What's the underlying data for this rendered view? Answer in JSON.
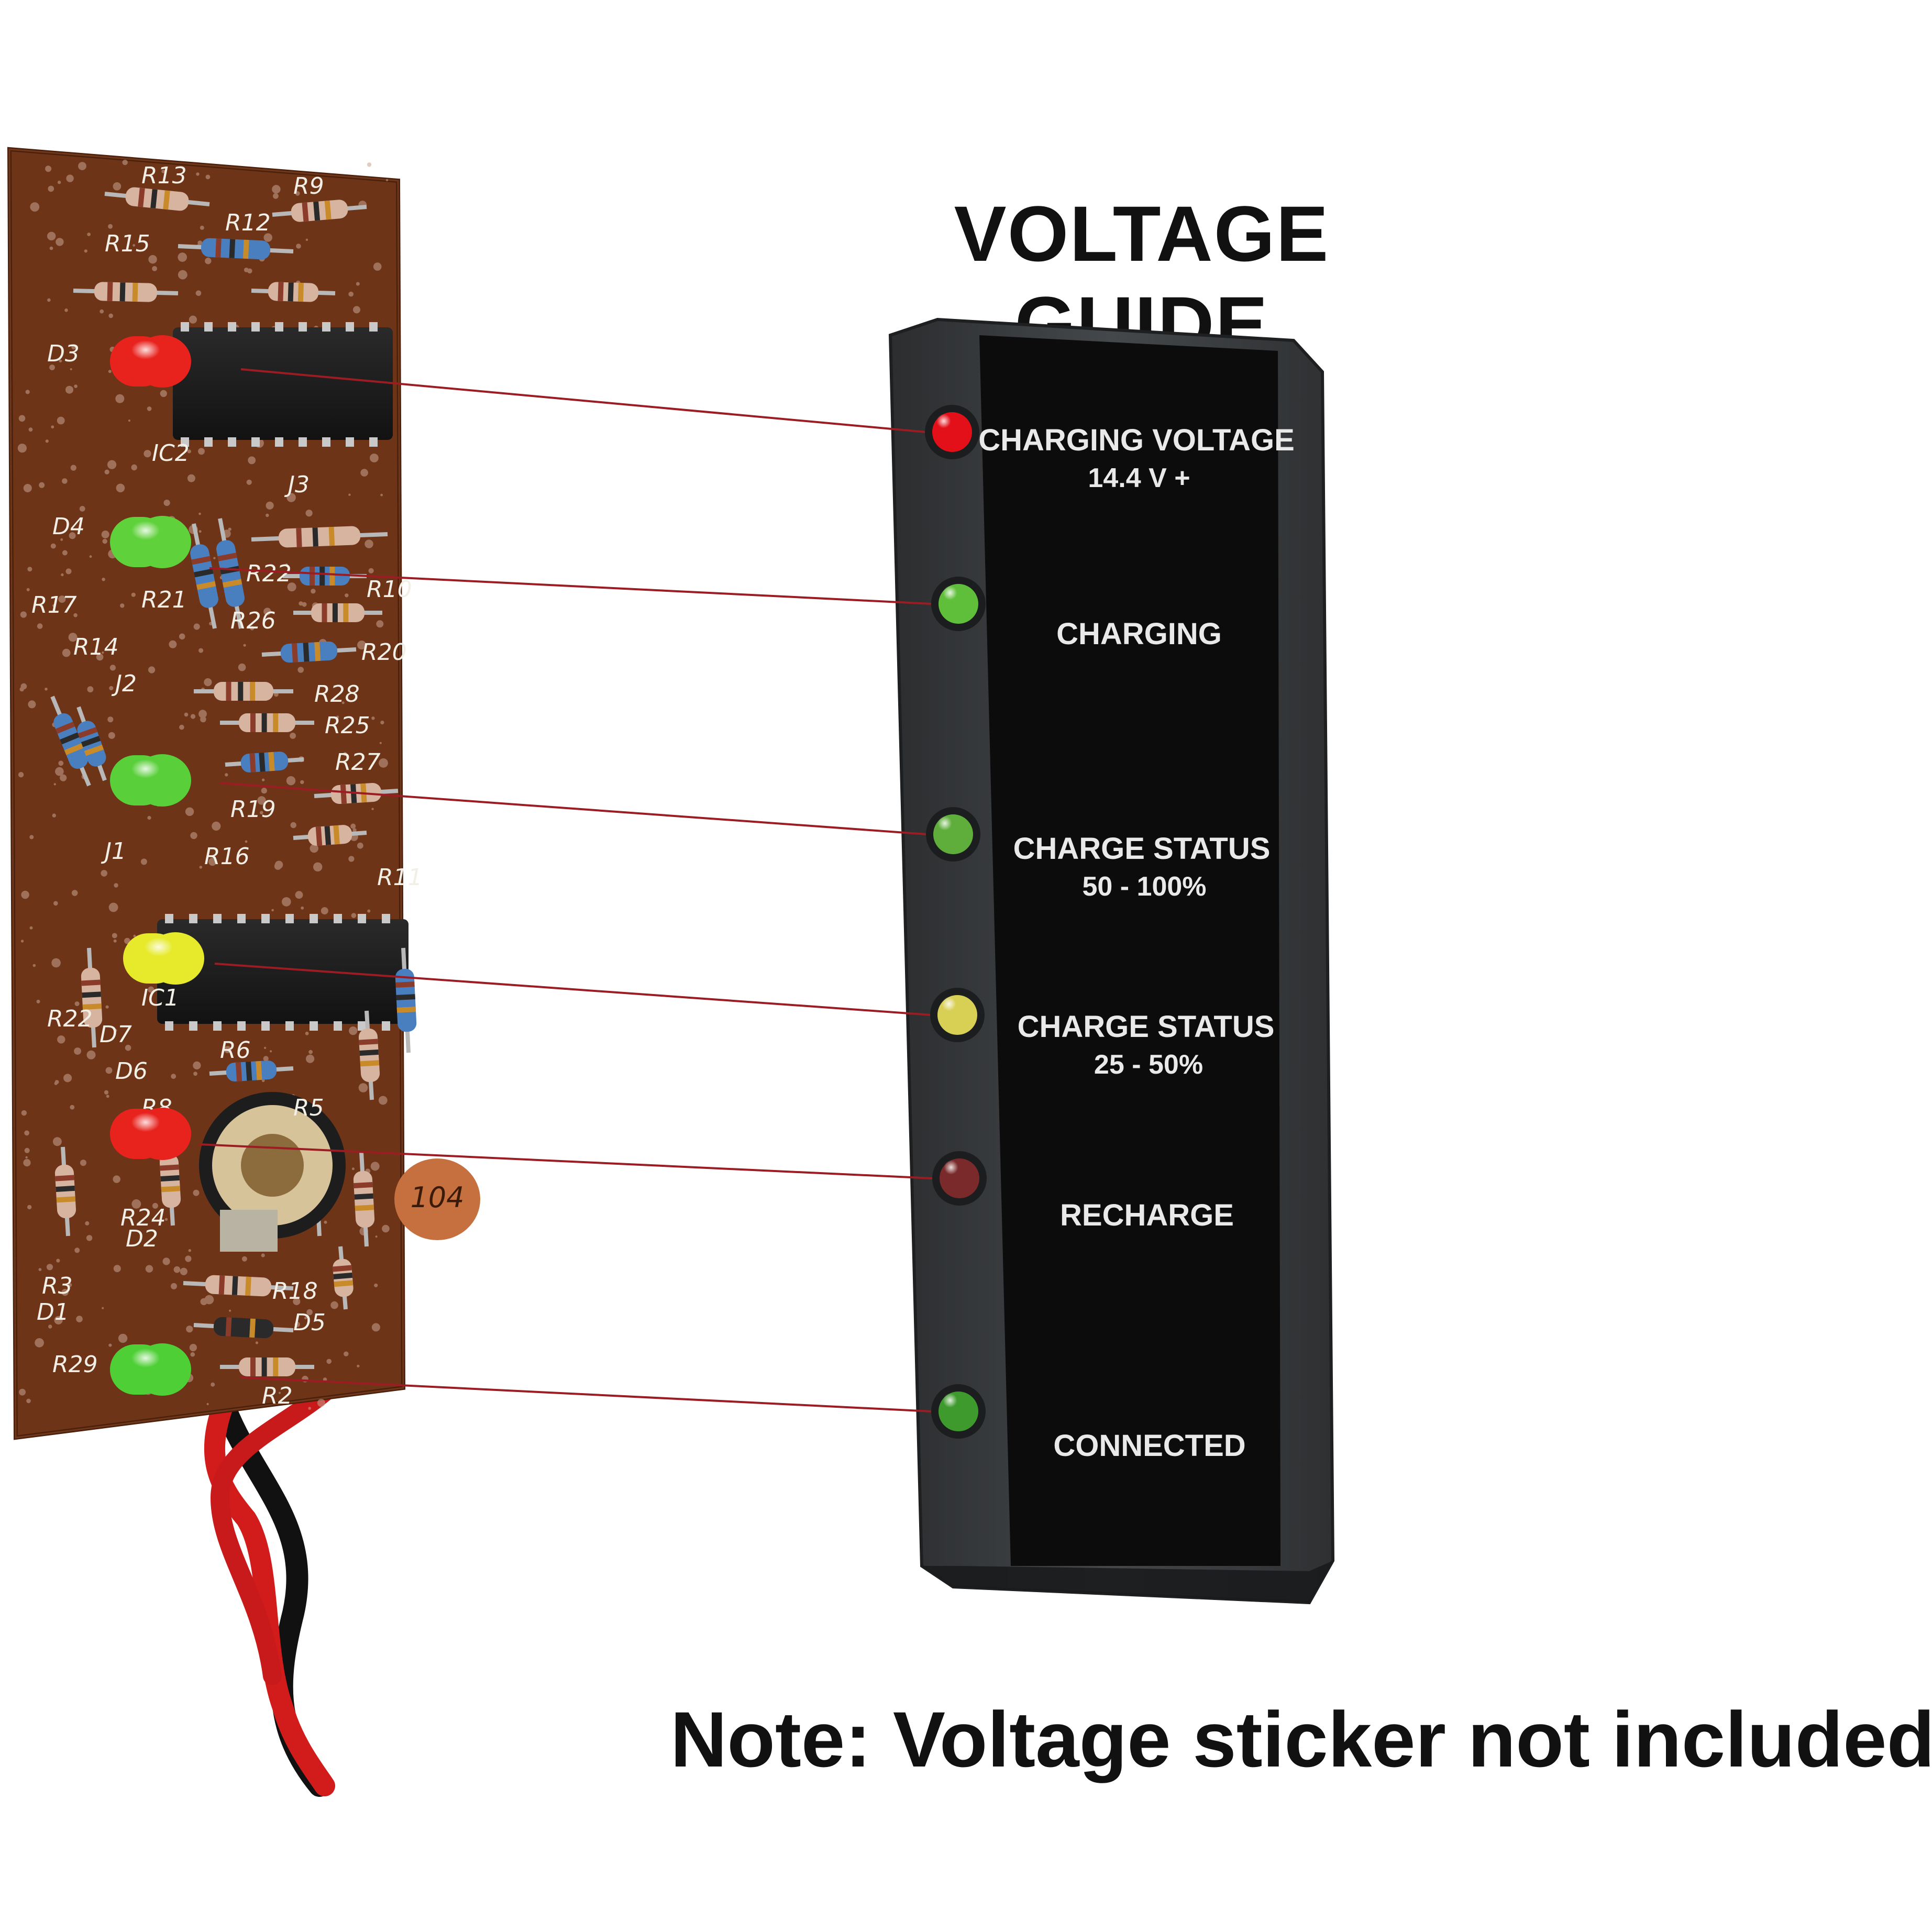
{
  "page": {
    "title": "VOLTAGE GUIDE",
    "note": "Note: Voltage sticker not included"
  },
  "panel": {
    "indicators": [
      {
        "line1": "CHARGING VOLTAGE",
        "line2": "14.4 V +",
        "led_color": "#e3101a"
      },
      {
        "line1": "CHARGING",
        "line2": "",
        "led_color": "#5fbf3a"
      },
      {
        "line1": "CHARGE STATUS",
        "line2": "50 - 100%",
        "led_color": "#5fae3c"
      },
      {
        "line1": "CHARGE STATUS",
        "line2": "25 - 50%",
        "led_color": "#d8cf55"
      },
      {
        "line1": "RECHARGE",
        "line2": "",
        "led_color": "#7a2a2a"
      },
      {
        "line1": "CONNECTED",
        "line2": "",
        "led_color": "#3f9a2e"
      }
    ]
  },
  "board": {
    "capacitor_label": "104",
    "silkscreen": [
      "R13",
      "R9",
      "R15",
      "R12",
      "D3",
      "IC2",
      "J3",
      "D4",
      "R22",
      "R10",
      "R21",
      "R26",
      "R20",
      "R17",
      "R14",
      "J2",
      "R28",
      "R25",
      "R27",
      "R19",
      "R16",
      "J1",
      "R11",
      "R22",
      "IC1",
      "D7",
      "R6",
      "D6",
      "R5",
      "R8",
      "R24",
      "D2",
      "R3",
      "R18",
      "D1",
      "D5",
      "R29",
      "R2"
    ],
    "led_colors": [
      "#e8231e",
      "#5fd13a",
      "#59cf3a",
      "#e6ea2a",
      "#e8231e",
      "#4fcf36"
    ]
  },
  "colors": {
    "pcb": "#6e3418",
    "panel_body": "#3a3c3e",
    "panel_face": "#0c0c0c",
    "leader_line": "#9b1c22"
  }
}
